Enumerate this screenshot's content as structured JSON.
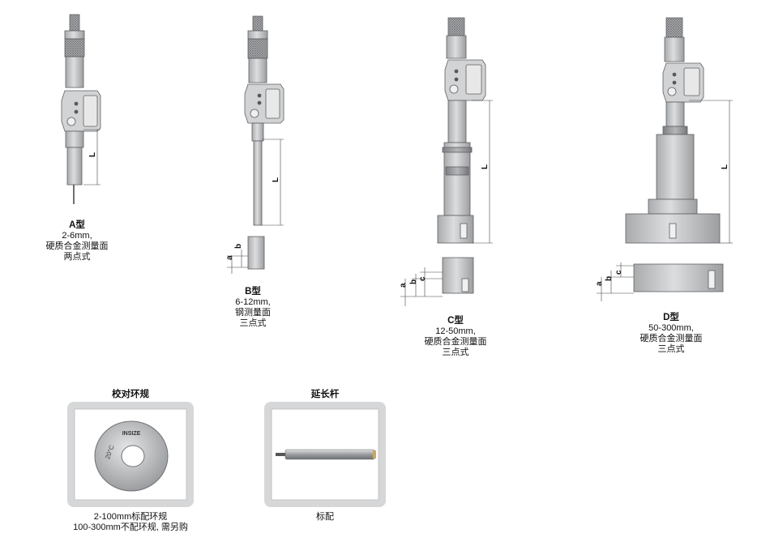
{
  "models": [
    {
      "type": "A型",
      "range": "2-6mm,",
      "surface": "硬质合金测量面",
      "points": "两点式"
    },
    {
      "type": "B型",
      "range": "6-12mm,",
      "surface": "钢测量面",
      "points": "三点式"
    },
    {
      "type": "C型",
      "range": "12-50mm,",
      "surface": "硬质合金测量面",
      "points": "三点式"
    },
    {
      "type": "D型",
      "range": "50-300mm,",
      "surface": "硬质合金测量面",
      "points": "三点式"
    }
  ],
  "dimension_labels": {
    "length": "L",
    "a": "a",
    "b": "b",
    "c": "c"
  },
  "accessories": [
    {
      "title": "校对环规",
      "caption_line1": "2-100mm标配环规",
      "caption_line2": "100-300mm不配环规, 需另购",
      "ring_brand": "INSIZE",
      "ring_temp": "20°C"
    },
    {
      "title": "延长杆",
      "caption_line1": "标配",
      "caption_line2": ""
    }
  ],
  "colors": {
    "body": "#c9cacc",
    "dark": "#8e9093",
    "outline": "#6b6d70",
    "panel": "#e6e6e6",
    "rod": "#a5a7a9"
  }
}
